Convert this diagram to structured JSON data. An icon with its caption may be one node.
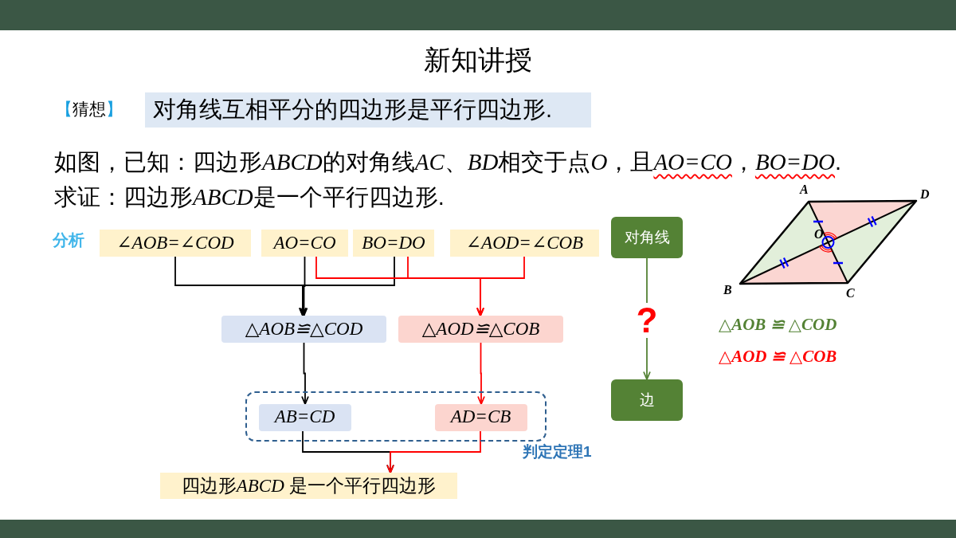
{
  "diagram": {
    "title": "新知讲授",
    "nodes": [
      {
        "text": [
          "对角线互相平分的四边形是平行四边形."
        ]
      },
      {
        "text": [
          "∠AOB=∠COD"
        ]
      },
      {
        "text": [
          "AO=CO"
        ]
      },
      {
        "text": [
          "BO=DO"
        ]
      },
      {
        "text": [
          "∠AOD=∠COB"
        ]
      },
      {
        "text": [
          "△AOB≌△COD"
        ]
      },
      {
        "text": [
          "△AOD≌△COB"
        ]
      },
      {
        "text": [
          "判定定理1"
        ]
      },
      {
        "text": [
          "AB=CD"
        ],
        "in": 7
      },
      {
        "text": [
          "AD=CB"
        ],
        "in": 7
      },
      {
        "text": [
          "四边形ABCD 是一个平行四边形"
        ]
      },
      {
        "text": [
          "对角线"
        ]
      },
      {
        "text": [
          "边"
        ]
      }
    ],
    "edges": [
      {
        "from": 1,
        "to": 5,
        "arrow": "to"
      },
      {
        "from": 2,
        "to": 5,
        "arrow": "to"
      },
      {
        "from": 3,
        "to": 5,
        "arrow": "to"
      },
      {
        "from": 2,
        "to": 6,
        "arrow": "to",
        "color": "#ff0000"
      },
      {
        "from": 3,
        "to": 6,
        "arrow": "to",
        "color": "#ff0000"
      },
      {
        "from": 4,
        "to": 6,
        "arrow": "to",
        "color": "#ff0000"
      },
      {
        "from": 5,
        "to": 8,
        "arrow": "to"
      },
      {
        "from": 6,
        "to": 9,
        "arrow": "to",
        "color": "#ff0000"
      },
      {
        "from": 8,
        "to": 10,
        "arrow": "to"
      },
      {
        "from": 9,
        "to": 10,
        "arrow": "to",
        "color": "#ff0000"
      },
      {
        "from": 11,
        "to": 12,
        "arrow": "to",
        "label": "?",
        "color": "#548235"
      }
    ],
    "labels": [
      "【猜想】",
      "如图，已知：四边形ABCD的对角线AC、BD相交于点O，且AO=CO，BO=DO.",
      "求证：四边形ABCD是一个平行四边形.",
      "分析",
      "A",
      "D",
      "O",
      "B",
      "C",
      "△AOB ≌ △COD",
      "△AOD ≌ △COB"
    ]
  }
}
